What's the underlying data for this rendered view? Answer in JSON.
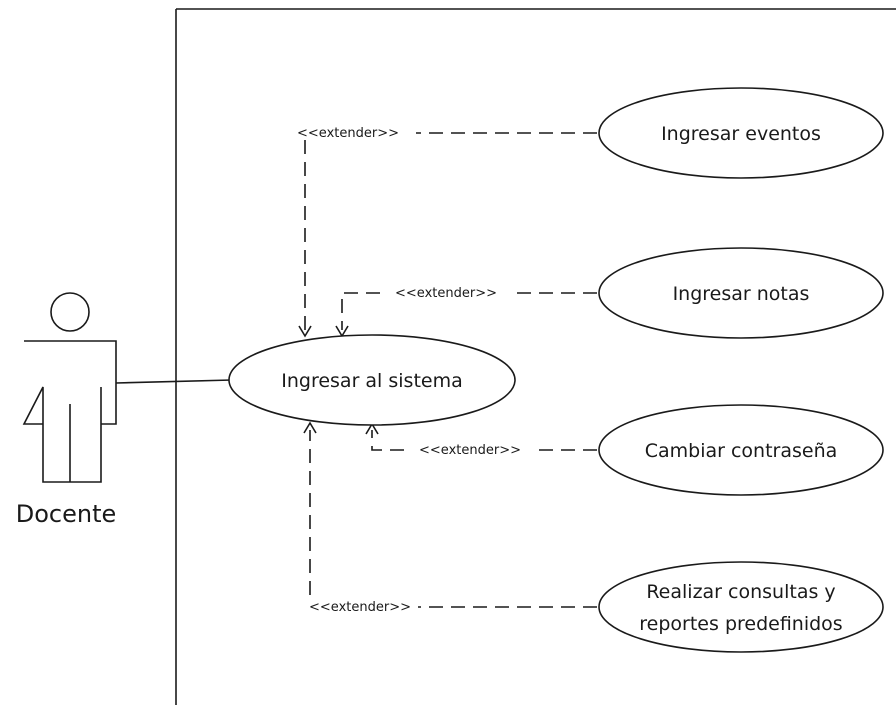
{
  "actor": {
    "name": "Docente"
  },
  "main_use_case": {
    "label": "Ingresar al sistema"
  },
  "use_cases": [
    {
      "lines": [
        "Ingresar eventos"
      ]
    },
    {
      "lines": [
        "Ingresar notas"
      ]
    },
    {
      "lines": [
        "Cambiar contraseña"
      ]
    },
    {
      "lines": [
        "Realizar consultas y",
        "reportes predefinidos"
      ]
    }
  ],
  "relations": [
    {
      "stereotype": "<<extender>>"
    },
    {
      "stereotype": "<<extender>>"
    },
    {
      "stereotype": "<<extender>>"
    },
    {
      "stereotype": "<<extender>>"
    }
  ]
}
